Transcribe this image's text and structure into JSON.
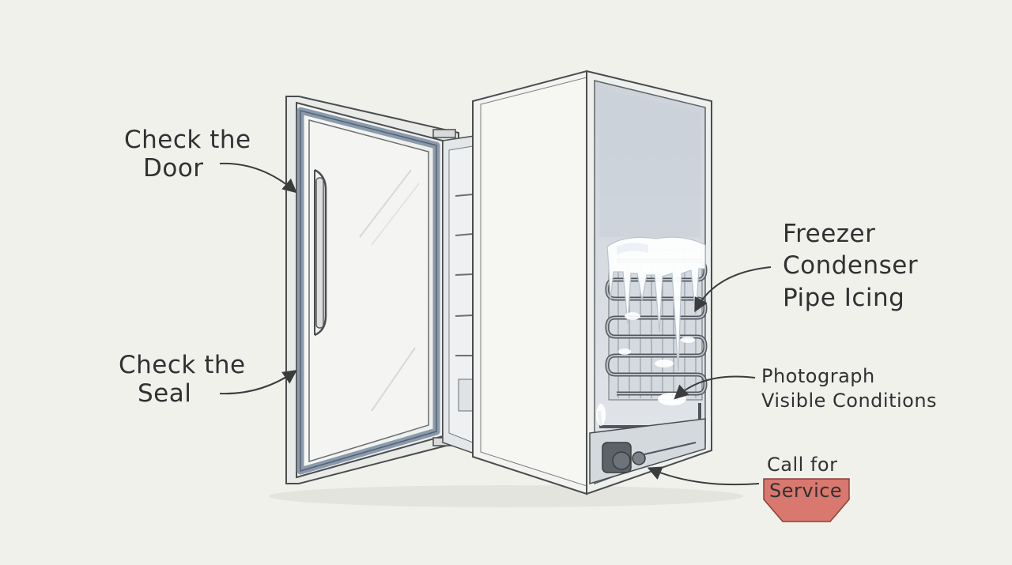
{
  "annotations": {
    "door": [
      "Check the",
      "Door"
    ],
    "seal": [
      "Check the",
      "Seal"
    ],
    "freezer": [
      "Freezer",
      "Condenser",
      "Pipe Icing"
    ],
    "photograph": [
      "Photograph",
      "Visible Conditions"
    ],
    "call": "Call for",
    "service": "Service"
  },
  "colors": {
    "background": "#f1f1ec",
    "ink": "#2f3133",
    "door_gasket": "#8a9aad",
    "ice": "#ffffff",
    "service_badge": "#d9786e"
  }
}
